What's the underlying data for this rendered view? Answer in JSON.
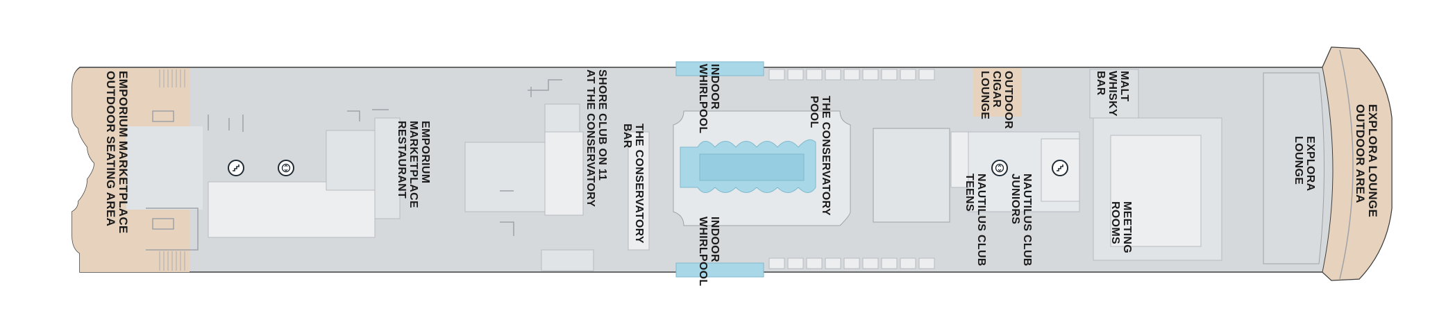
{
  "deck": {
    "colors": {
      "hull": "#d6d9dc",
      "room": "#e1e4e7",
      "lightroom": "#eceef0",
      "outdoor": "#e7d3bd",
      "pool": "#a8d8e8",
      "outline": "#3d3d3d",
      "text": "#1a1a1a"
    },
    "areas": {
      "emporium_outdoor": "EMPORIUM MARKETPLACE\nOUTDOOR SEATING AREA",
      "emporium_restaurant": "EMPORIUM\nMARKETPLACE\nRESTAURANT",
      "shore_club": "SHORE CLUB ON 11\nAT THE CONSERVATORY",
      "conservatory_bar": "THE CONSERVATORY\nBAR",
      "indoor_whirlpool_top": "INDOOR\nWHIRLPOOL",
      "indoor_whirlpool_bottom": "INDOOR\nWHIRLPOOL",
      "conservatory_pool": "THE CONSERVATORY\nPOOL",
      "outdoor_cigar_lounge": "OUTDOOR\nCIGAR\nLOUNGE",
      "nautilus_teens": "NAUTILUS CLUB\nTEENS",
      "nautilus_juniors": "NAUTILUS CLUB\nJUNIORS",
      "malt_whisky_bar": "MALT\nWHISKY\nBAR",
      "meeting_rooms": "MEETING\nROOMS",
      "explora_lounge": "EXPLORA\nLOUNGE",
      "explora_outdoor": "EXPLORA LOUNGE\nOUTDOOR AREA"
    },
    "icons": {
      "stairs_aft": "stairs-icon",
      "elevator_aft": "elevator-icon",
      "elevator_fwd": "elevator-icon",
      "stairs_fwd": "stairs-icon"
    }
  }
}
